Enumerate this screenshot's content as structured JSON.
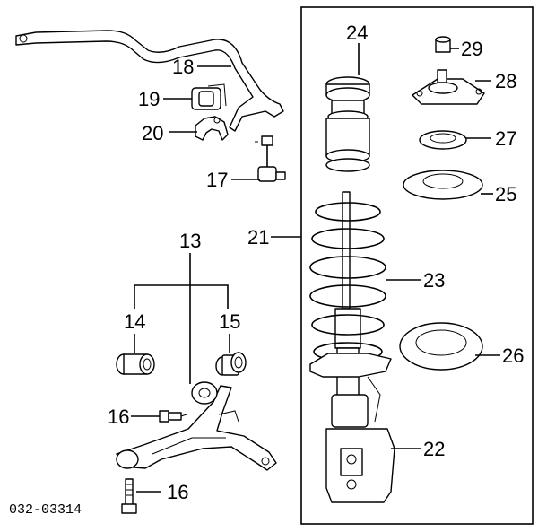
{
  "diagram_code": "032-03314",
  "callouts": {
    "p13": "13",
    "p14": "14",
    "p15": "15",
    "p16a": "16",
    "p16b": "16",
    "p17": "17",
    "p18": "18",
    "p19": "19",
    "p20": "20",
    "p21": "21",
    "p22": "22",
    "p23": "23",
    "p24": "24",
    "p25": "25",
    "p26": "26",
    "p27": "27",
    "p28": "28",
    "p29": "29"
  }
}
